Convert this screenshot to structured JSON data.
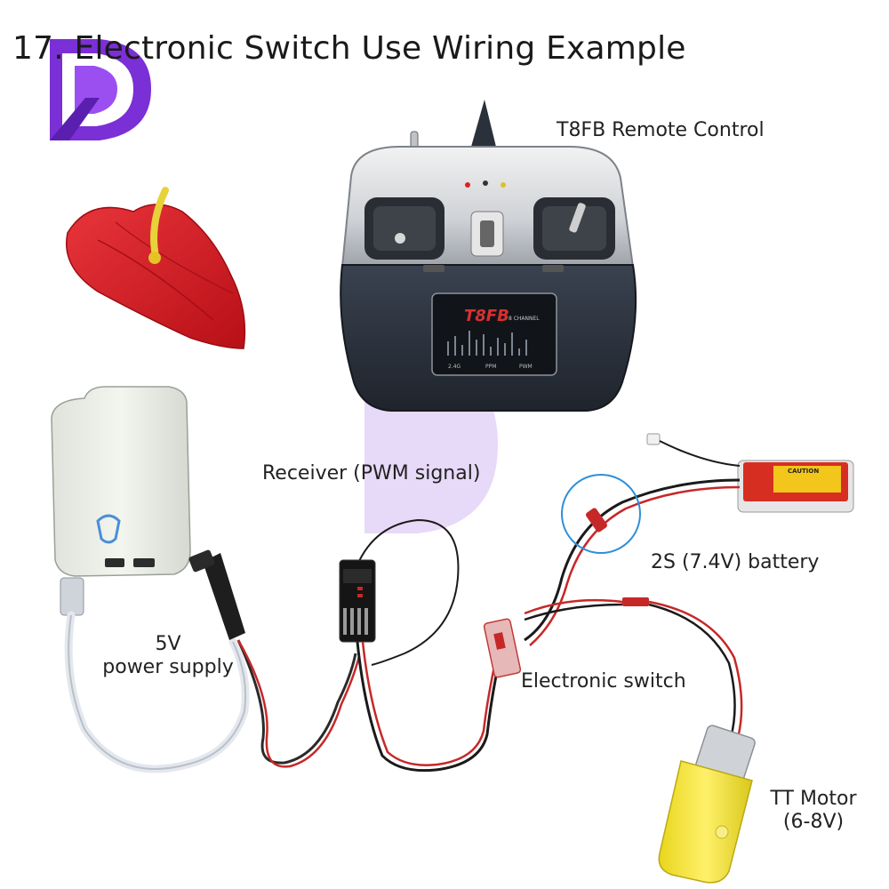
{
  "title": "17. Electronic Switch Use Wiring Example",
  "labels": {
    "remote": "T8FB Remote Control",
    "receiver": "Receiver (PWM signal)",
    "battery": "2S (7.4V) battery",
    "switch": "Electronic switch",
    "power_line1": "5V",
    "power_line2": "power supply",
    "motor_line1": "TT Motor",
    "motor_line2": "(6-8V)"
  },
  "remote_screen": {
    "brand": "T8FB",
    "channel_text": "8 CHANNEL",
    "modes": [
      "2.4G",
      "PPM",
      "PWM"
    ]
  },
  "battery_label": "CAUTION",
  "colors": {
    "logo": "#7b2fd6",
    "flower": "#d8141c",
    "motor": "#f2e326",
    "highlight_ring": "#2f8fd8",
    "wire_red": "#c62828",
    "wire_black": "#1a1a1a"
  }
}
